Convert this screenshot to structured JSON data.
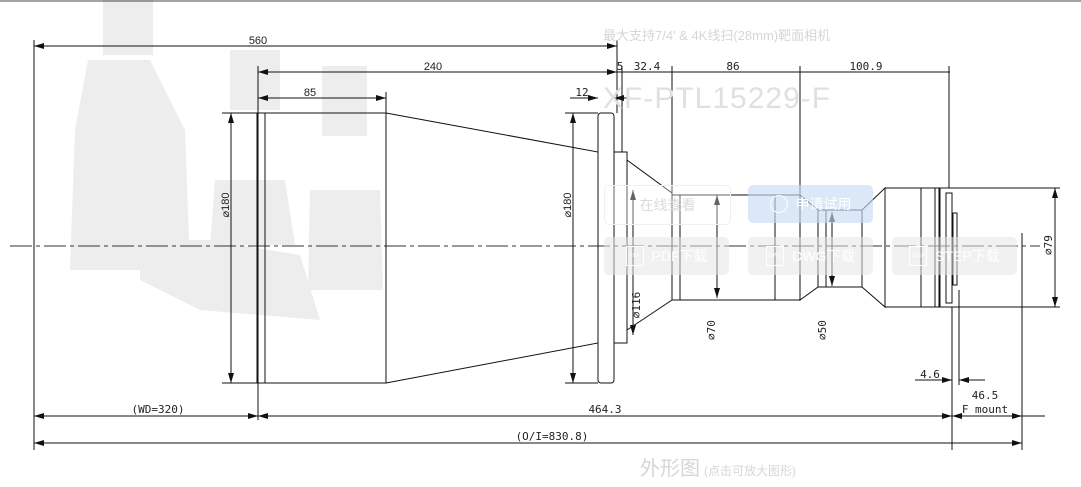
{
  "product": {
    "subtitle": "最大支持7/4' & 4K线扫(28mm)靶面相机",
    "model": "XF-PTL15229-F"
  },
  "buttons": {
    "view_online": "在线查看",
    "apply_trial": "申请试用",
    "pdf_download": "PDF下载",
    "dwg_download": "DWG下载",
    "step_download": "STEP下载",
    "pdf_icon": "PDF",
    "dwg_icon": "DWG",
    "step_icon": "STEP"
  },
  "caption": {
    "title": "外形图",
    "hint": "(点击可放大图形)"
  },
  "dimensions": {
    "d560": "560",
    "d240": "240",
    "d85": "85",
    "d12": "12",
    "d5": "5",
    "d32_4": "32.4",
    "d86": "86",
    "d100_9": "100.9",
    "dia180a": "⌀180",
    "dia180b": "⌀180",
    "dia116": "⌀116",
    "dia70": "⌀70",
    "dia50": "⌀50",
    "dia79": "⌀79",
    "d4_6": "4.6",
    "d46_5": "46.5",
    "fmount": "F mount",
    "wd": "(WD=320)",
    "d464_3": "464.3",
    "oi": "(O/I=830.8)"
  }
}
